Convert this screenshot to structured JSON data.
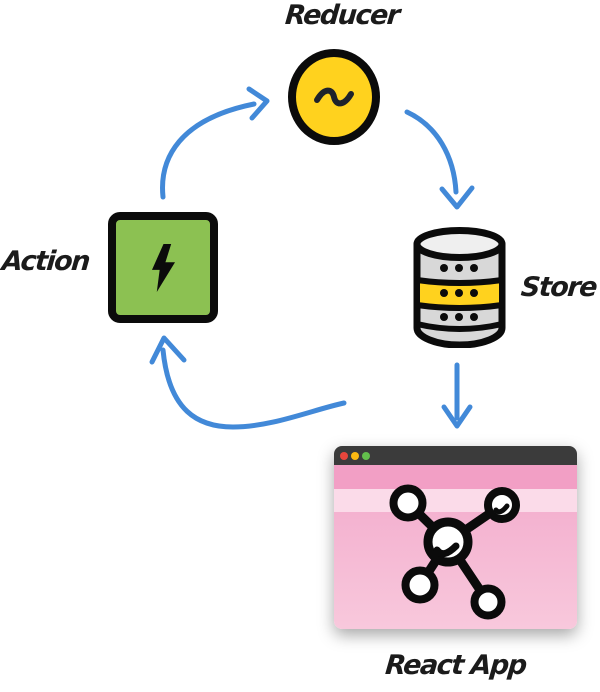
{
  "diagram": {
    "nodes": {
      "reducer": {
        "label": "Reducer",
        "icon": "tilde-icon",
        "fill": "#FFD21E",
        "outline": "#0B0B0B"
      },
      "action": {
        "label": "Action",
        "icon": "lightning-bolt-icon",
        "fill": "#8CC152",
        "outline": "#0B0B0B"
      },
      "store": {
        "label": "Store",
        "icon": "database-icon",
        "fill_top": "#EFEFEF",
        "fill_gray": "#D8D8D8",
        "fill_highlight": "#FFD21E",
        "outline": "#0B0B0B"
      },
      "react_app": {
        "label": "React App",
        "icon": "browser-molecule-icon",
        "titlebar_color": "#3B3B3B",
        "traffic_lights": [
          "#E8463C",
          "#FDBA12",
          "#63BE4C"
        ],
        "band_color": "#F29FC5",
        "stripe_color": "#FBDBE9",
        "body_color": "#F5B7D3",
        "outline": "#0B0B0B"
      }
    },
    "edges": [
      {
        "from": "Action",
        "to": "Reducer"
      },
      {
        "from": "Reducer",
        "to": "Store"
      },
      {
        "from": "Store",
        "to": "React App"
      },
      {
        "from": "React App",
        "to": "Action"
      }
    ],
    "arrow_color": "#4289D8"
  }
}
